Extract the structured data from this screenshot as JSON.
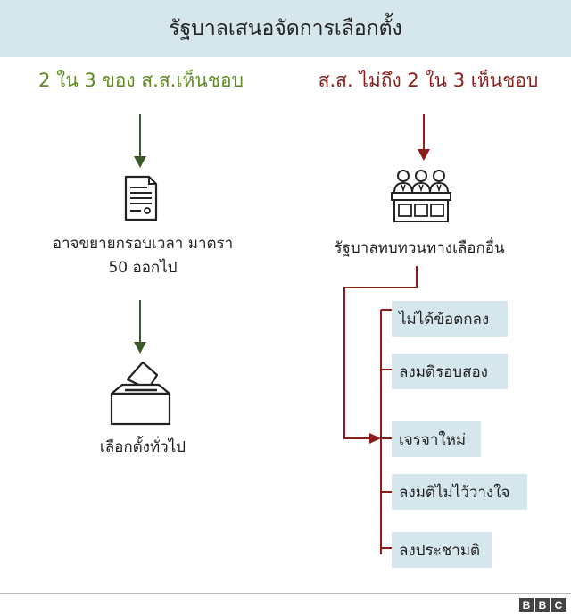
{
  "header": {
    "title": "รัฐบาลเสนอจัดการเลือกตั้ง"
  },
  "left": {
    "title": "2 ใน 3 ของ ส.ส.เห็นชอบ",
    "step1_line1": "อาจขยายกรอบเวลา  มาตรา",
    "step1_line2": "50 ออกไป",
    "step2": "เลือกตั้งทั่วไป"
  },
  "right": {
    "title": "ส.ส. ไม่ถึง 2 ใน 3 เห็นชอบ",
    "step1": "รัฐบาลทบทวนทางเลือกอื่น",
    "options": [
      "ไม่ได้ข้อตกลง",
      "ลงมติรอบสอง",
      "เจรจาใหม่",
      "ลงมติไม่ไว้วางใจ",
      "ลงประชามติ"
    ]
  },
  "colors": {
    "green": "#5c8a1e",
    "red": "#8c1d18",
    "header_bg": "#d6e6ed",
    "option_bg": "#d6e6ed"
  },
  "footer": {
    "logo_letters": [
      "B",
      "B",
      "C"
    ]
  }
}
